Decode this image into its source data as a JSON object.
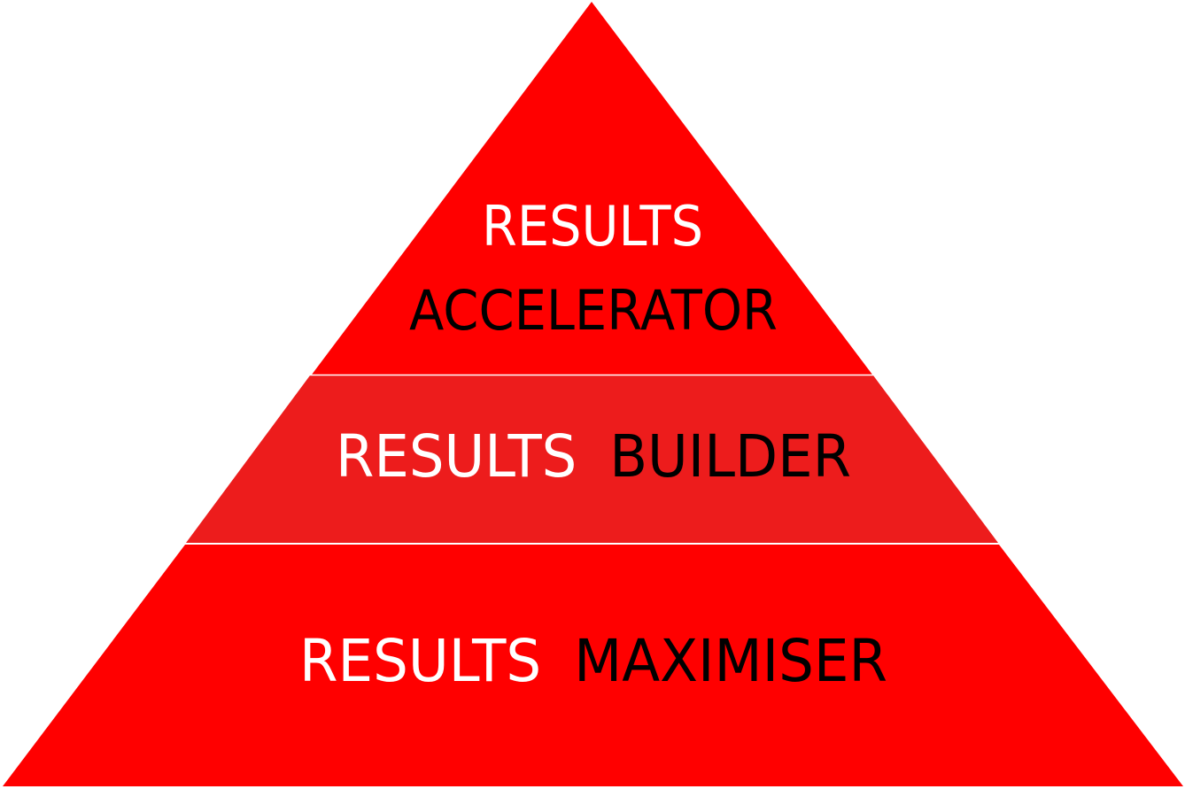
{
  "diagram": {
    "colors": {
      "background": "#ffffff",
      "tier_primary": "#ff0000",
      "tier_secondary": "#ed1c1c",
      "divider": "#ffffff",
      "text_light": "#ffffff",
      "text_dark": "#000000"
    },
    "tiers": [
      {
        "name": "top",
        "line1": "RESULTS",
        "line2": "ACCELERATOR"
      },
      {
        "name": "middle",
        "word1": "RESULTS",
        "word2": "BUILDER"
      },
      {
        "name": "bottom",
        "word1": "RESULTS",
        "word2": "MAXIMISER"
      }
    ]
  }
}
